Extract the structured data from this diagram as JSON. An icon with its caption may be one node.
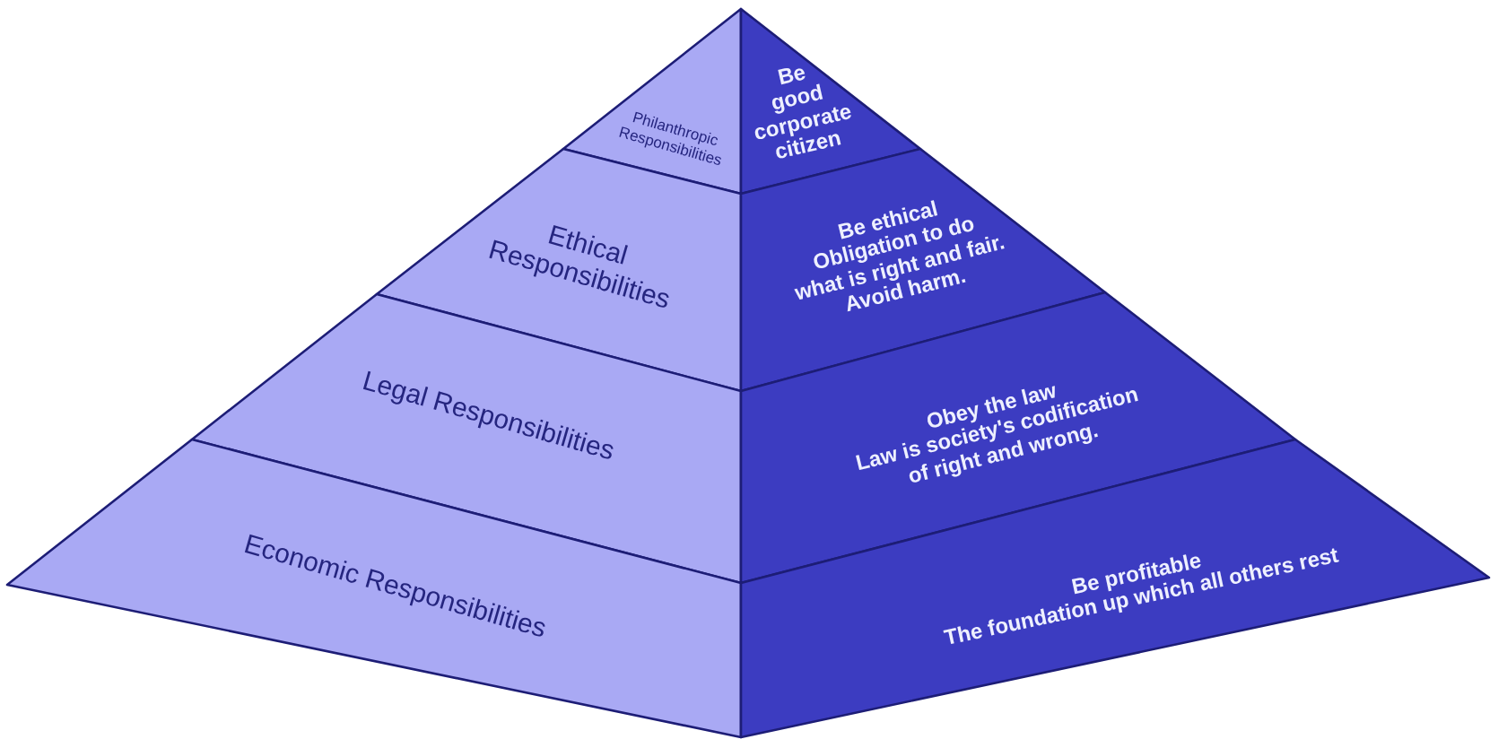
{
  "diagram": {
    "nodes": [
      {
        "text": [
          "Philanthropic Responsibilities"
        ]
      },
      {
        "text": [
          "Be good corporate citizen"
        ]
      },
      {
        "text": [
          "Ethical Responsibilities"
        ]
      },
      {
        "text": [
          "Be ethical",
          "Obligation to do what is right and fair.",
          "Avoid harm."
        ]
      },
      {
        "text": [
          "Legal Responsibilities"
        ]
      },
      {
        "text": [
          "Obey the law",
          "Law is society's codification of right and wrong."
        ]
      },
      {
        "text": [
          "Economic Responsibilities"
        ]
      },
      {
        "text": [
          "Be profitable",
          "The foundation up which all others rest"
        ]
      }
    ]
  }
}
